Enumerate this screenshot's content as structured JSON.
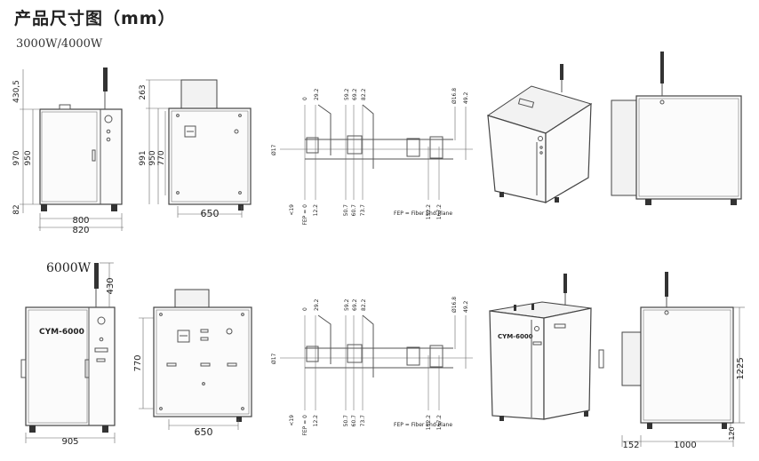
{
  "title": "产品尺寸图（mm）",
  "models": [
    {
      "label": "3000W/4000W",
      "front_view": {
        "dims_vertical": [
          "430,5",
          "970",
          "950",
          "82"
        ],
        "dims_horizontal": [
          "800",
          "820"
        ]
      },
      "side_view": {
        "dims_vertical": [
          "263",
          "991",
          "950",
          "770"
        ],
        "dims_horizontal": [
          "650"
        ]
      },
      "fiber_drawing": {
        "top_dims": [
          "0",
          "29.2",
          "59.2",
          "69.2",
          "82.2",
          "Ø16.8",
          "49.2"
        ],
        "bottom_dims": [
          "<19",
          "FEP = 0",
          "12.2",
          "50.7",
          "60.7",
          "73.7",
          "152.2",
          "167.2"
        ],
        "left_dim": "Ø17",
        "note": "FEP = Fiber End Plane"
      }
    },
    {
      "label": "6000W",
      "front_view": {
        "brand": "CYM-6000",
        "dims_vertical": [
          "430"
        ],
        "dims_horizontal": [
          "905"
        ]
      },
      "side_view": {
        "dims_vertical": [
          "770"
        ],
        "dims_horizontal": [
          "650"
        ]
      },
      "fiber_drawing": {
        "top_dims": [
          "0",
          "29.2",
          "59.2",
          "69.2",
          "82.2",
          "Ø16.8",
          "49.2"
        ],
        "bottom_dims": [
          "<19",
          "FEP = 0",
          "12.2",
          "50.7",
          "60.7",
          "73.7",
          "152.2",
          "167.2"
        ],
        "left_dim": "Ø17",
        "note": "FEP = Fiber End Plane"
      },
      "iso_view": {
        "brand": "CYM-6000"
      },
      "right_view": {
        "dims_vertical": [
          "1225",
          "120"
        ],
        "dims_horizontal": [
          "152",
          "1000"
        ]
      }
    }
  ]
}
